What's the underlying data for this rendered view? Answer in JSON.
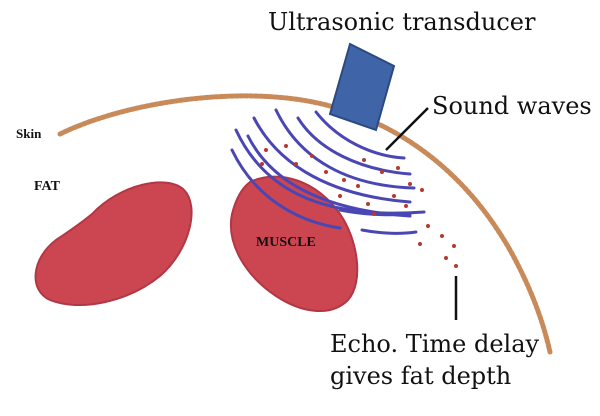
{
  "diagram": {
    "labels": {
      "transducer": "Ultrasonic transducer",
      "sound_waves": "Sound waves",
      "skin": "Skin",
      "fat": "FAT",
      "muscle": "MUSCLE",
      "echo_line1": "Echo. Time delay",
      "echo_line2": "gives fat depth"
    },
    "colors": {
      "skin": "#c98a5a",
      "transducer": "#3f64a8",
      "transducer_edge": "#2c4a82",
      "muscle": "#cc4652",
      "muscle_edge": "#b23744",
      "wave": "#4a46b4",
      "echo_dots": "#b53a2c",
      "pointer": "#111111"
    }
  }
}
